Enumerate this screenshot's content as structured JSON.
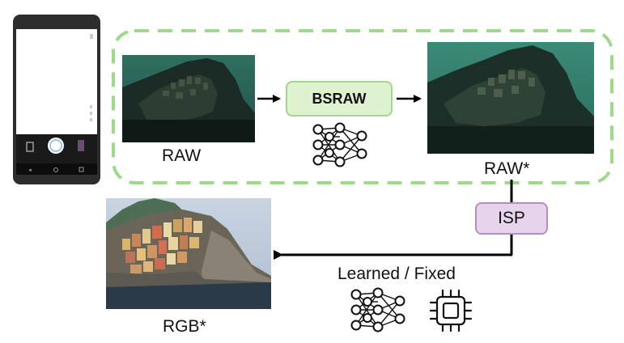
{
  "labels": {
    "raw_in": "RAW",
    "raw_out": "RAW*",
    "rgb_out": "RGB*",
    "isp_mode": "Learned / Fixed"
  },
  "blocks": {
    "bsraw": "BSRAW",
    "isp": "ISP"
  },
  "colors": {
    "dashed_border": "#9fd98a",
    "bsraw_fill": "#def2d0",
    "bsraw_border": "#9fd98a",
    "isp_fill": "#e7d4ec",
    "isp_border": "#b28fc2",
    "raw_tint": "#1f4a3e",
    "arrow": "#000000"
  },
  "icons": [
    "phone-icon",
    "neural-network-icon",
    "chip-icon"
  ]
}
